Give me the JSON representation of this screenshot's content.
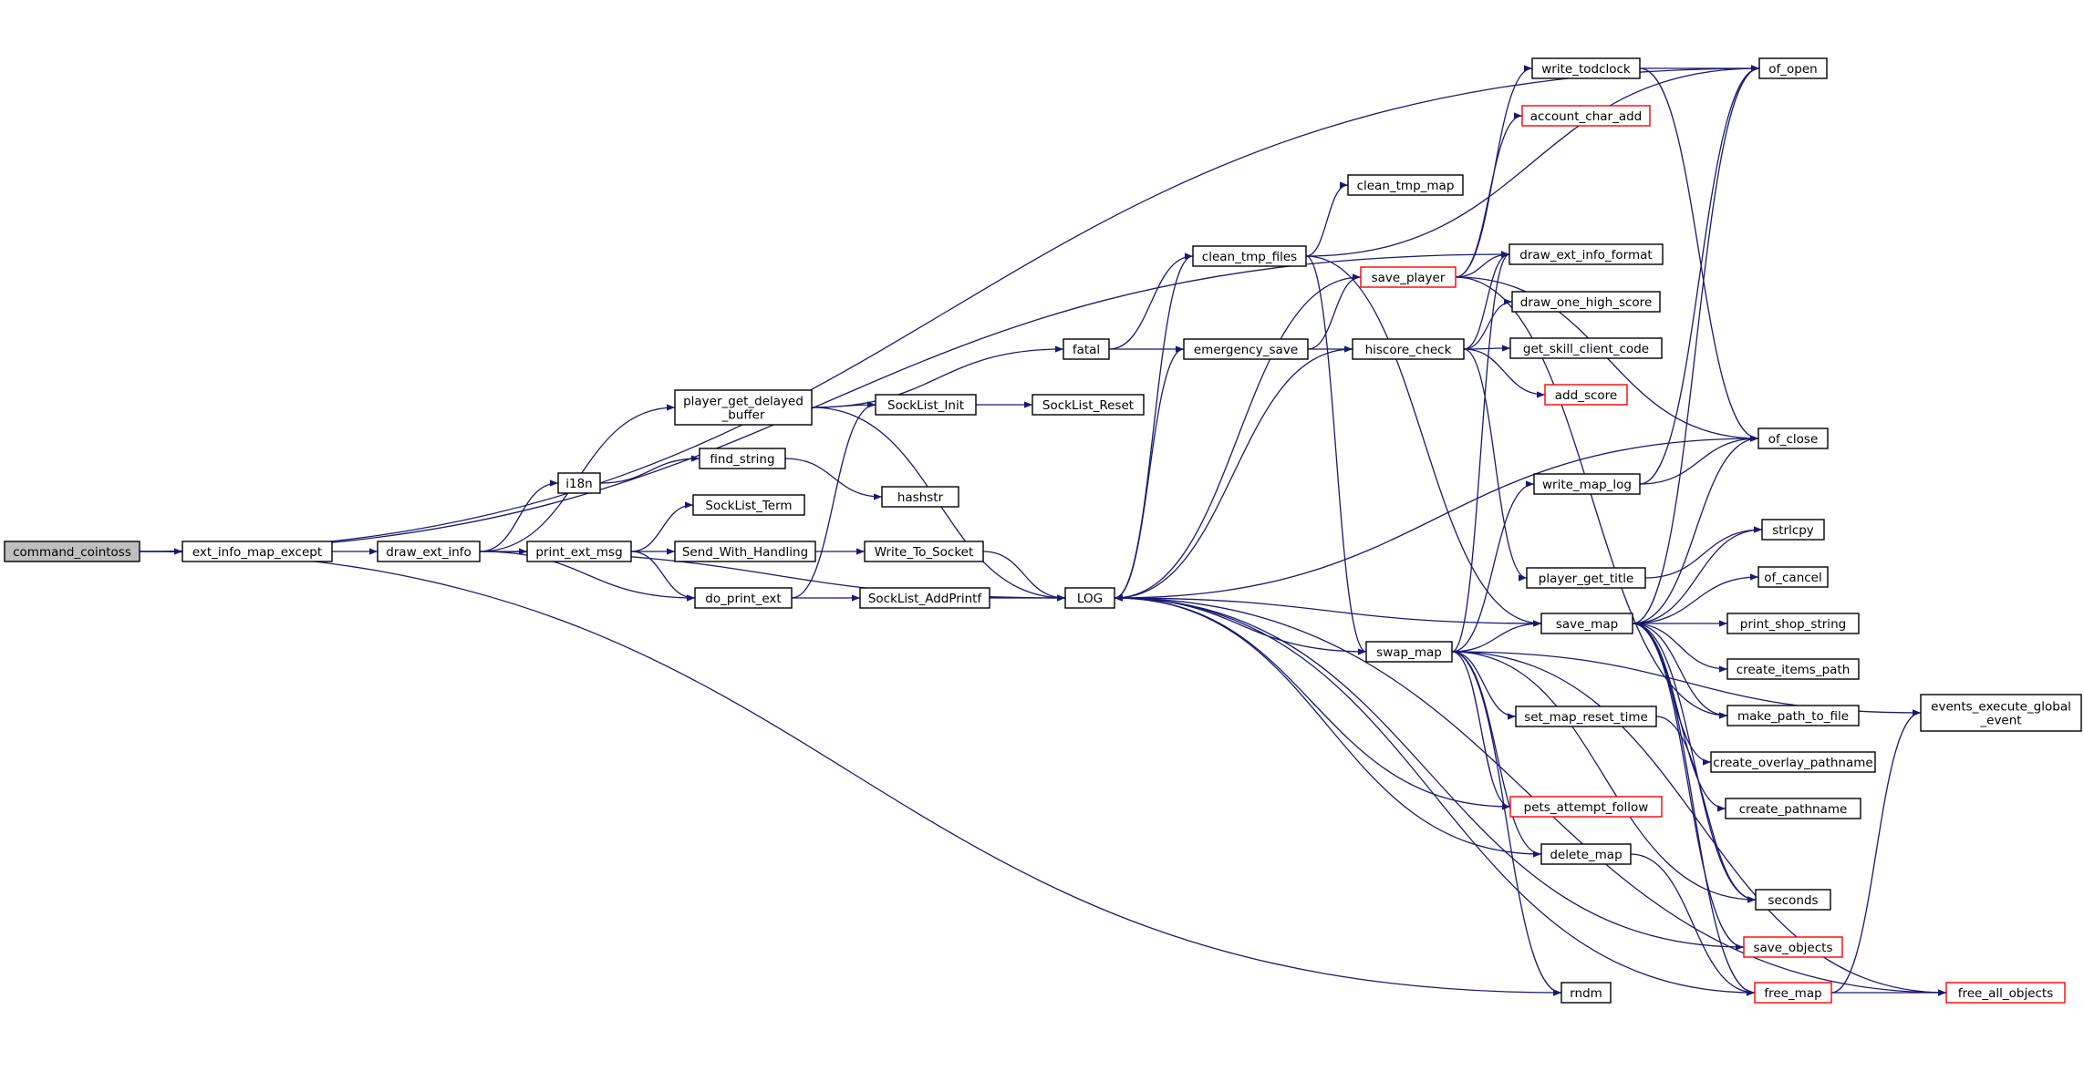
{
  "colors": {
    "edge": "#191970",
    "node_border": "#000000",
    "highlight_border": "#ff0000",
    "root_fill": "#bfbfbf"
  },
  "graph": {
    "nodes": [
      {
        "id": "command_cointoss",
        "label": "command_cointoss",
        "root": true
      },
      {
        "id": "ext_info_map_except",
        "label": "ext_info_map_except"
      },
      {
        "id": "draw_ext_info",
        "label": "draw_ext_info"
      },
      {
        "id": "player_get_delayed_buffer",
        "label": "player_get_delayed\n_buffer"
      },
      {
        "id": "i18n",
        "label": "i18n"
      },
      {
        "id": "print_ext_msg",
        "label": "print_ext_msg"
      },
      {
        "id": "do_print_ext",
        "label": "do_print_ext"
      },
      {
        "id": "fatal",
        "label": "fatal"
      },
      {
        "id": "SockList_Init",
        "label": "SockList_Init"
      },
      {
        "id": "SockList_Reset",
        "label": "SockList_Reset"
      },
      {
        "id": "find_string",
        "label": "find_string"
      },
      {
        "id": "hashstr",
        "label": "hashstr"
      },
      {
        "id": "SockList_Term",
        "label": "SockList_Term"
      },
      {
        "id": "Send_With_Handling",
        "label": "Send_With_Handling"
      },
      {
        "id": "Write_To_Socket",
        "label": "Write_To_Socket"
      },
      {
        "id": "SockList_AddPrintf",
        "label": "SockList_AddPrintf"
      },
      {
        "id": "LOG",
        "label": "LOG"
      },
      {
        "id": "clean_tmp_files",
        "label": "clean_tmp_files"
      },
      {
        "id": "clean_tmp_map",
        "label": "clean_tmp_map"
      },
      {
        "id": "emergency_save",
        "label": "emergency_save"
      },
      {
        "id": "save_player",
        "label": "save_player",
        "red": true
      },
      {
        "id": "hiscore_check",
        "label": "hiscore_check"
      },
      {
        "id": "write_todclock",
        "label": "write_todclock"
      },
      {
        "id": "account_char_add",
        "label": "account_char_add",
        "red": true
      },
      {
        "id": "draw_ext_info_format",
        "label": "draw_ext_info_format"
      },
      {
        "id": "draw_one_high_score",
        "label": "draw_one_high_score"
      },
      {
        "id": "get_skill_client_code",
        "label": "get_skill_client_code"
      },
      {
        "id": "add_score",
        "label": "add_score",
        "red": true
      },
      {
        "id": "of_open",
        "label": "of_open"
      },
      {
        "id": "of_close",
        "label": "of_close"
      },
      {
        "id": "write_map_log",
        "label": "write_map_log"
      },
      {
        "id": "player_get_title",
        "label": "player_get_title"
      },
      {
        "id": "swap_map",
        "label": "swap_map"
      },
      {
        "id": "save_map",
        "label": "save_map"
      },
      {
        "id": "set_map_reset_time",
        "label": "set_map_reset_time"
      },
      {
        "id": "pets_attempt_follow",
        "label": "pets_attempt_follow",
        "red": true
      },
      {
        "id": "delete_map",
        "label": "delete_map"
      },
      {
        "id": "rndm",
        "label": "rndm"
      },
      {
        "id": "strlcpy",
        "label": "strlcpy"
      },
      {
        "id": "of_cancel",
        "label": "of_cancel"
      },
      {
        "id": "print_shop_string",
        "label": "print_shop_string"
      },
      {
        "id": "create_items_path",
        "label": "create_items_path"
      },
      {
        "id": "make_path_to_file",
        "label": "make_path_to_file"
      },
      {
        "id": "create_overlay_pathname",
        "label": "create_overlay_pathname"
      },
      {
        "id": "create_pathname",
        "label": "create_pathname"
      },
      {
        "id": "seconds",
        "label": "seconds"
      },
      {
        "id": "save_objects",
        "label": "save_objects",
        "red": true
      },
      {
        "id": "free_map",
        "label": "free_map",
        "red": true
      },
      {
        "id": "free_all_objects",
        "label": "free_all_objects",
        "red": true
      },
      {
        "id": "events_execute_global_event",
        "label": "events_execute_global\n_event"
      }
    ],
    "edges": [
      [
        "command_cointoss",
        "ext_info_map_except"
      ],
      [
        "command_cointoss",
        "draw_ext_info_format"
      ],
      [
        "command_cointoss",
        "of_open"
      ],
      [
        "command_cointoss",
        "rndm"
      ],
      [
        "ext_info_map_except",
        "draw_ext_info"
      ],
      [
        "draw_ext_info",
        "player_get_delayed_buffer"
      ],
      [
        "draw_ext_info",
        "i18n"
      ],
      [
        "draw_ext_info",
        "print_ext_msg"
      ],
      [
        "draw_ext_info",
        "do_print_ext"
      ],
      [
        "draw_ext_info",
        "LOG"
      ],
      [
        "player_get_delayed_buffer",
        "fatal"
      ],
      [
        "player_get_delayed_buffer",
        "SockList_Init"
      ],
      [
        "player_get_delayed_buffer",
        "LOG"
      ],
      [
        "i18n",
        "find_string"
      ],
      [
        "find_string",
        "hashstr"
      ],
      [
        "print_ext_msg",
        "SockList_Term"
      ],
      [
        "print_ext_msg",
        "Send_With_Handling"
      ],
      [
        "print_ext_msg",
        "do_print_ext"
      ],
      [
        "do_print_ext",
        "SockList_Init"
      ],
      [
        "do_print_ext",
        "SockList_AddPrintf"
      ],
      [
        "SockList_Init",
        "SockList_Reset"
      ],
      [
        "Send_With_Handling",
        "Write_To_Socket"
      ],
      [
        "Write_To_Socket",
        "LOG"
      ],
      [
        "SockList_AddPrintf",
        "LOG"
      ],
      [
        "fatal",
        "clean_tmp_files"
      ],
      [
        "fatal",
        "emergency_save"
      ],
      [
        "clean_tmp_files",
        "clean_tmp_map"
      ],
      [
        "clean_tmp_files",
        "of_open"
      ],
      [
        "clean_tmp_files",
        "LOG"
      ],
      [
        "clean_tmp_files",
        "swap_map"
      ],
      [
        "clean_tmp_files",
        "save_map"
      ],
      [
        "emergency_save",
        "save_player"
      ],
      [
        "emergency_save",
        "hiscore_check"
      ],
      [
        "emergency_save",
        "LOG"
      ],
      [
        "save_player",
        "write_todclock"
      ],
      [
        "save_player",
        "account_char_add"
      ],
      [
        "save_player",
        "draw_ext_info_format"
      ],
      [
        "save_player",
        "LOG"
      ],
      [
        "save_player",
        "of_close"
      ],
      [
        "save_player",
        "make_path_to_file"
      ],
      [
        "hiscore_check",
        "draw_ext_info_format"
      ],
      [
        "hiscore_check",
        "draw_one_high_score"
      ],
      [
        "hiscore_check",
        "get_skill_client_code"
      ],
      [
        "hiscore_check",
        "add_score"
      ],
      [
        "hiscore_check",
        "player_get_title"
      ],
      [
        "hiscore_check",
        "LOG"
      ],
      [
        "write_todclock",
        "of_open"
      ],
      [
        "write_todclock",
        "of_close"
      ],
      [
        "swap_map",
        "LOG"
      ],
      [
        "swap_map",
        "draw_ext_info_format"
      ],
      [
        "swap_map",
        "write_map_log"
      ],
      [
        "swap_map",
        "save_map"
      ],
      [
        "swap_map",
        "set_map_reset_time"
      ],
      [
        "swap_map",
        "pets_attempt_follow"
      ],
      [
        "swap_map",
        "delete_map"
      ],
      [
        "swap_map",
        "rndm"
      ],
      [
        "swap_map",
        "seconds"
      ],
      [
        "swap_map",
        "free_all_objects"
      ],
      [
        "swap_map",
        "events_execute_global_event"
      ],
      [
        "write_map_log",
        "of_open"
      ],
      [
        "write_map_log",
        "of_close"
      ],
      [
        "player_get_title",
        "strlcpy"
      ],
      [
        "save_map",
        "LOG"
      ],
      [
        "save_map",
        "of_open"
      ],
      [
        "save_map",
        "of_close"
      ],
      [
        "save_map",
        "strlcpy"
      ],
      [
        "save_map",
        "of_cancel"
      ],
      [
        "save_map",
        "print_shop_string"
      ],
      [
        "save_map",
        "create_items_path"
      ],
      [
        "save_map",
        "make_path_to_file"
      ],
      [
        "save_map",
        "create_overlay_pathname"
      ],
      [
        "save_map",
        "create_pathname"
      ],
      [
        "save_map",
        "seconds"
      ],
      [
        "save_map",
        "save_objects"
      ],
      [
        "save_map",
        "free_map"
      ],
      [
        "set_map_reset_time",
        "seconds"
      ],
      [
        "pets_attempt_follow",
        "LOG"
      ],
      [
        "delete_map",
        "LOG"
      ],
      [
        "delete_map",
        "free_map"
      ],
      [
        "save_objects",
        "LOG"
      ],
      [
        "free_map",
        "LOG"
      ],
      [
        "free_map",
        "free_all_objects"
      ],
      [
        "free_map",
        "events_execute_global_event"
      ],
      [
        "free_all_objects",
        "LOG"
      ],
      [
        "of_close",
        "LOG"
      ]
    ]
  }
}
